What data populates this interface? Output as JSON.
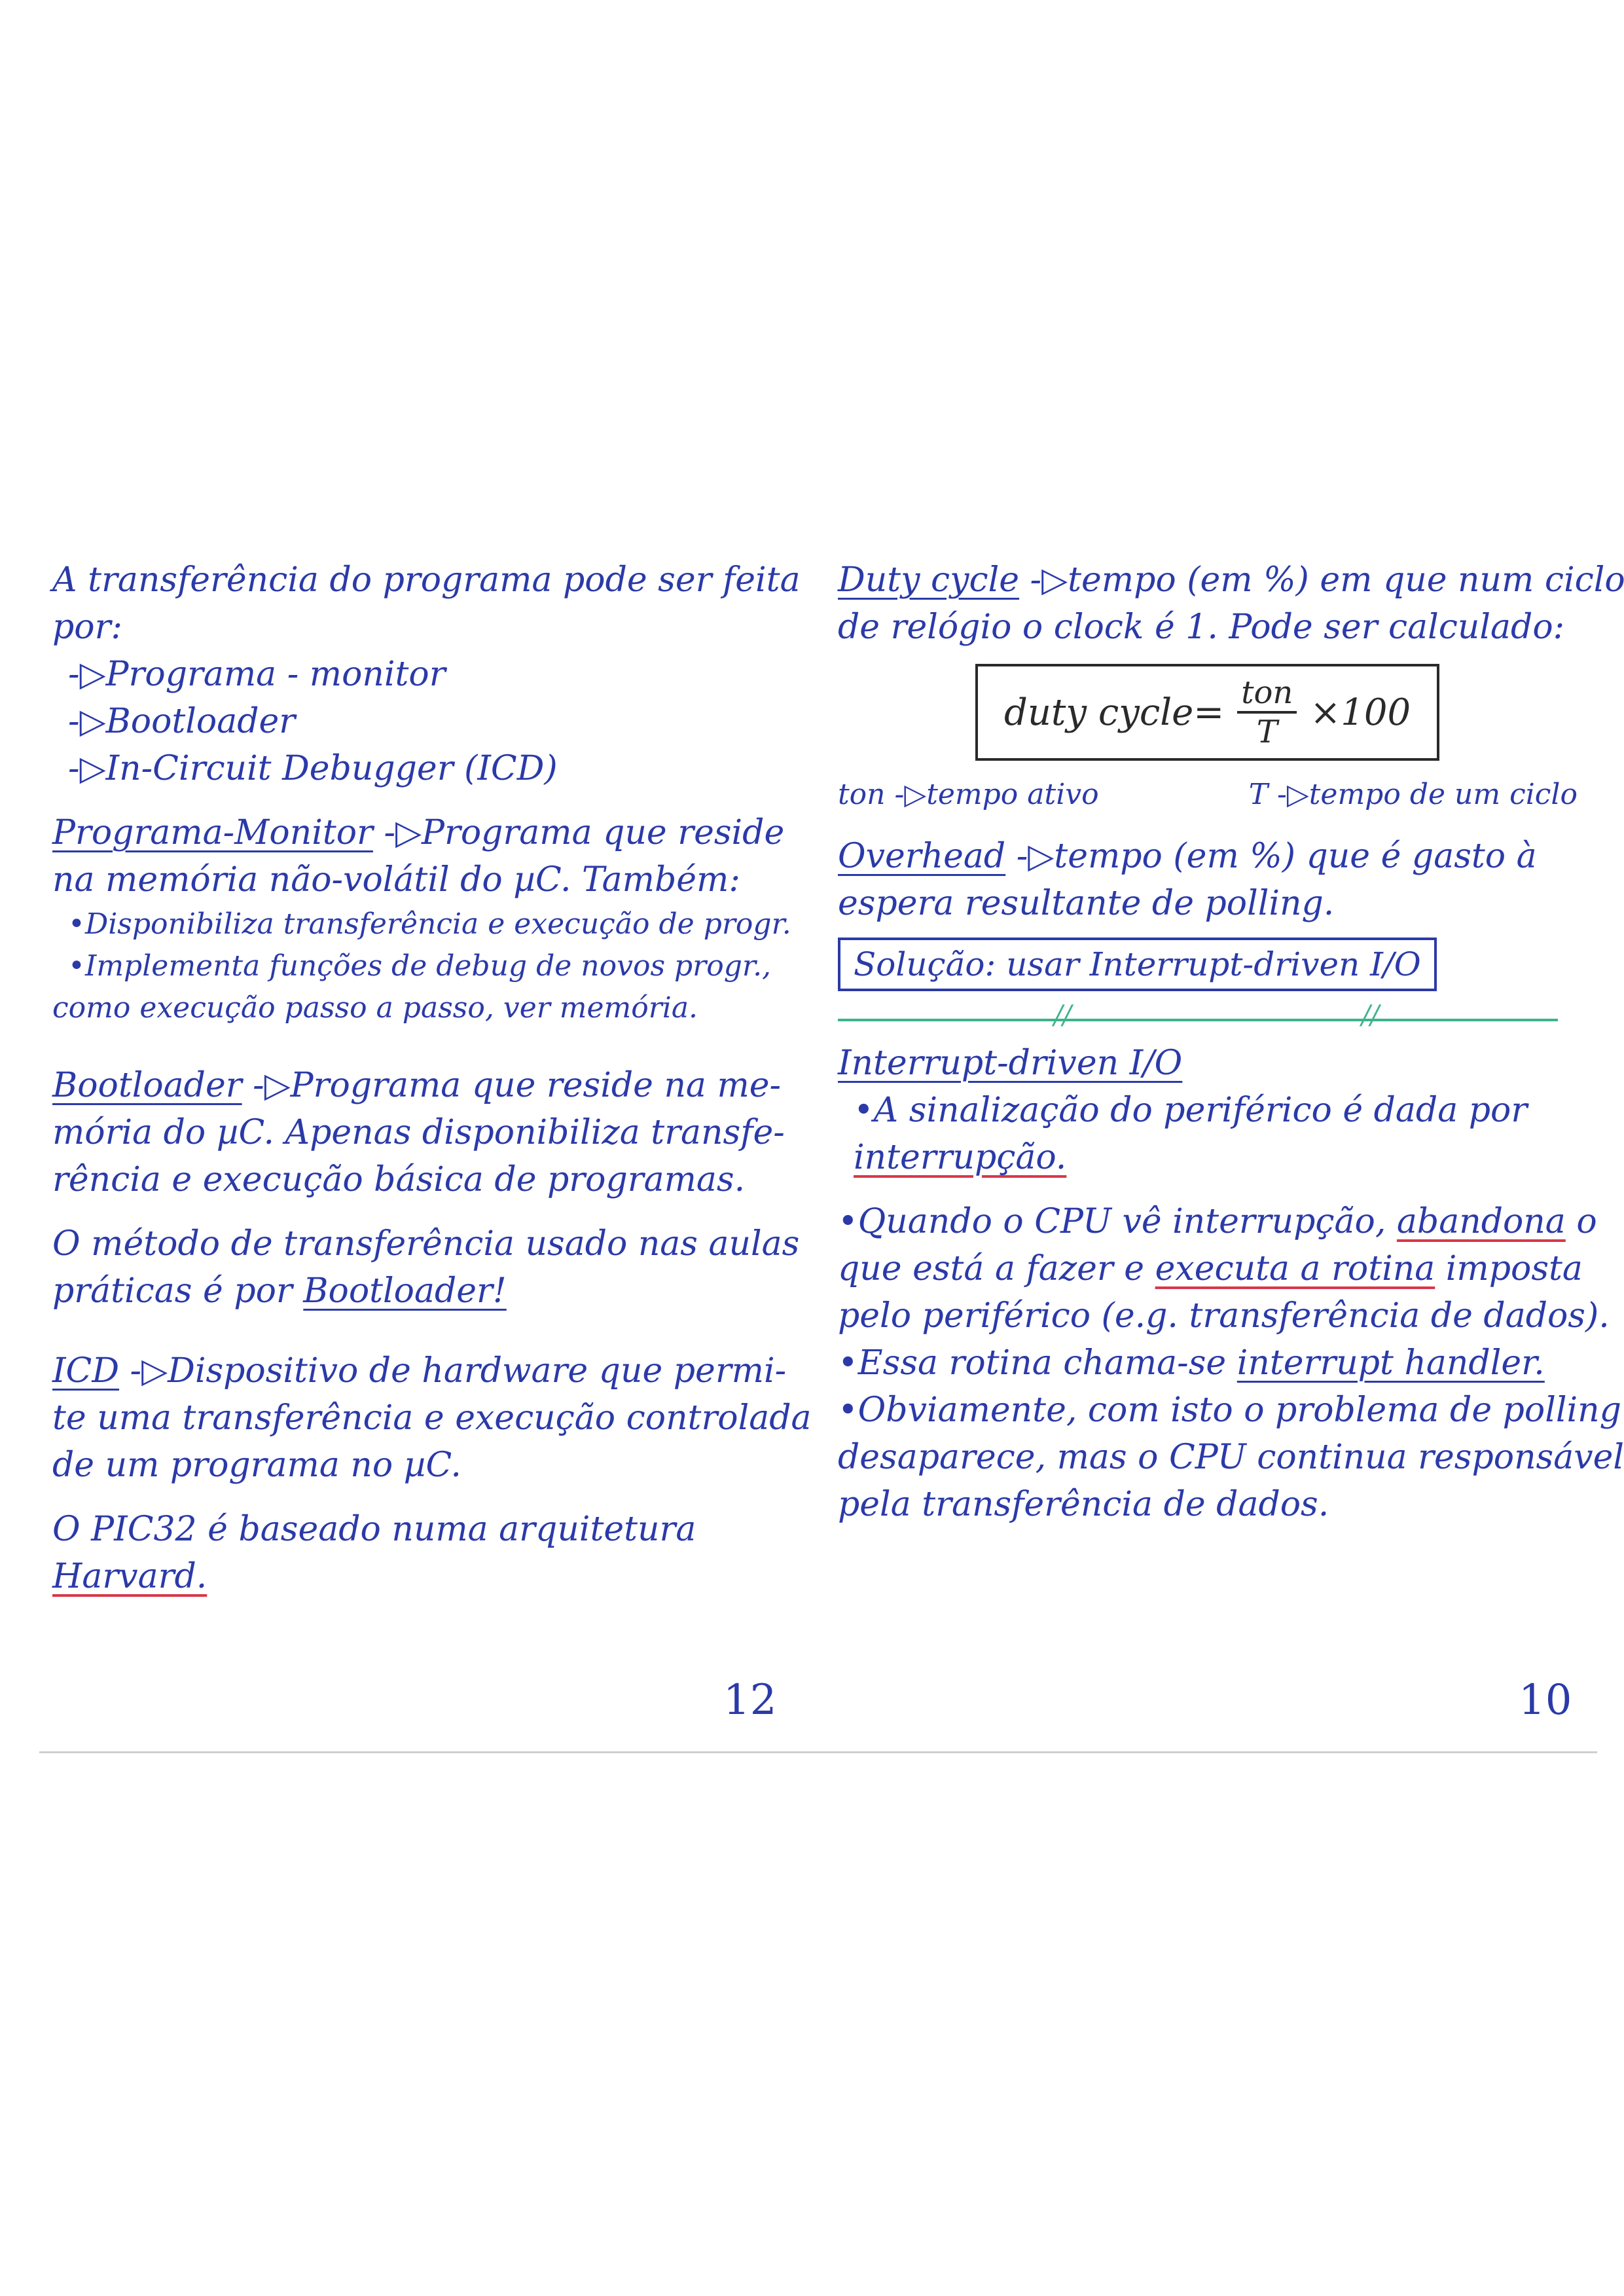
{
  "left_page": {
    "intro": [
      "A transferência do programa pode ser feita",
      "por:"
    ],
    "methods": [
      "-▷Programa - monitor",
      "-▷Bootloader",
      "-▷In-Circuit Debugger (ICD)"
    ],
    "monitor": {
      "term": "Programa-Monitor",
      "lines": [
        " -▷Programa que reside",
        "na memória não-volátil do µC. Também:"
      ],
      "bullets": [
        "•Disponibiliza transferência e execução de progr.",
        "•Implementa funções de debug de novos progr.,",
        "como execução passo a passo, ver memória."
      ]
    },
    "bootloader": {
      "term": "Bootloader",
      "lines": [
        " -▷Programa que reside na me-",
        "mória do µC. Apenas disponibiliza transfe-",
        "rência e execução básica de programas."
      ]
    },
    "method_note": {
      "lines": [
        "O método de transferência usado nas aulas",
        "práticas é por "
      ],
      "term": "Bootloader!"
    },
    "icd": {
      "term": "ICD",
      "lines": [
        " -▷Dispositivo de hardware que permi-",
        "te uma transferência e execução controlada",
        "de um programa no µC."
      ]
    },
    "pic32": {
      "line": "O PIC32 é baseado numa arquitetura",
      "term": "Harvard."
    },
    "page_number": "12"
  },
  "right_page": {
    "duty": {
      "term": "Duty cycle",
      "lines": [
        " -▷tempo (em %) em que num ciclo",
        "de relógio o clock é 1. Pode ser calculado:"
      ]
    },
    "formula": {
      "lhs": "duty cycle=",
      "numerator": "ton",
      "denominator": "T",
      "rhs": "×100"
    },
    "defs": {
      "ton": "ton -▷tempo ativo",
      "T": "T -▷tempo de um ciclo"
    },
    "overhead": {
      "term": "Overhead",
      "lines": [
        " -▷tempo (em %) que é gasto à",
        "espera resultante de polling."
      ]
    },
    "solution": "Solução: usar Interrupt-driven I/O",
    "interrupt": {
      "heading": "Interrupt-driven I/O",
      "b1": [
        "•A sinalização do periférico é dada por"
      ],
      "b1_term": "interrupção.",
      "b2_pre": "•Quando o CPU vê interrupção, ",
      "b2_term1": "abandona",
      "b2_mid": " o",
      "b2_line2_pre": "que está a fazer e ",
      "b2_term2": "executa a rotina",
      "b2_line2_post": " imposta",
      "b2_line3": "pelo periférico (e.g. transferência de dados).",
      "b3_pre": "•Essa rotina chama-se ",
      "b3_term": "interrupt handler.",
      "b4": [
        "•Obviamente, com isto o problema de polling",
        "desaparece, mas o CPU continua responsável",
        "pela transferência de dados."
      ]
    },
    "page_number": "10"
  }
}
